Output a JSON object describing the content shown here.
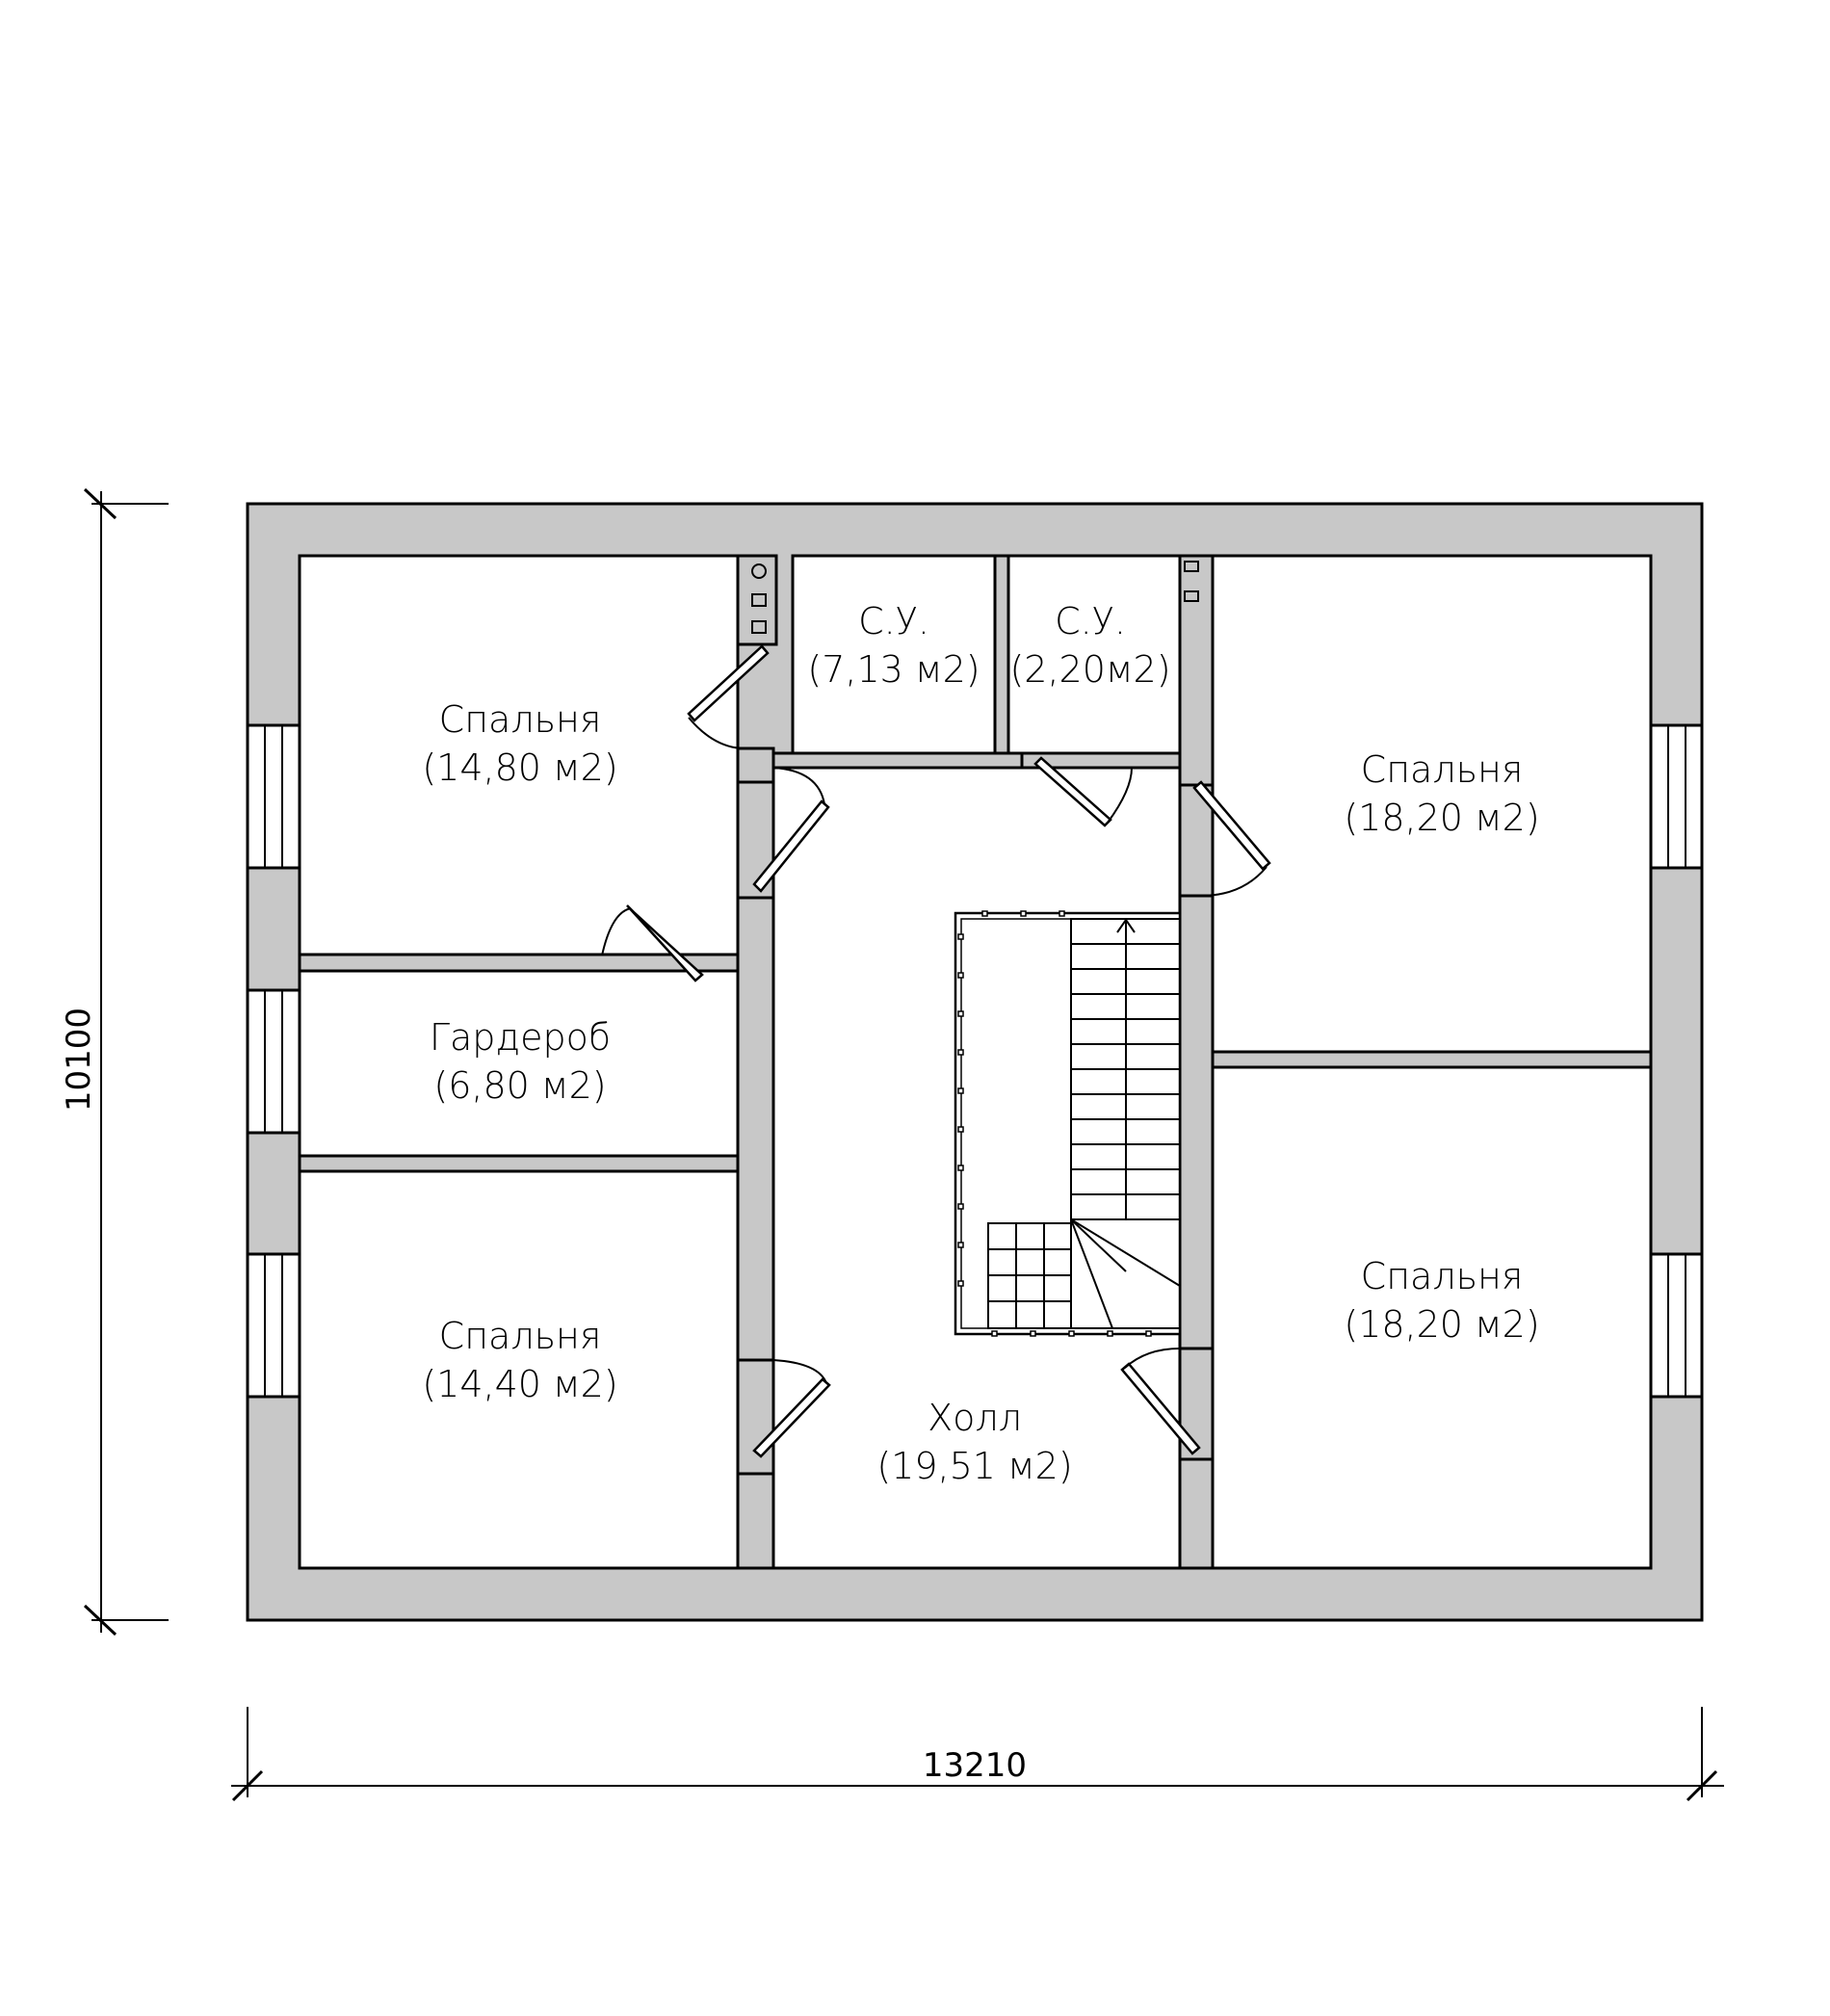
{
  "dimensions": {
    "width": "13210",
    "height": "10100"
  },
  "rooms": [
    {
      "id": "bedroom-nw",
      "name": "Спальня",
      "area": "(14,80 м2)"
    },
    {
      "id": "wc-1",
      "name": "С.У.",
      "area": "(7,13 м2)"
    },
    {
      "id": "wc-2",
      "name": "С.У.",
      "area": "(2,20м2)"
    },
    {
      "id": "bedroom-ne",
      "name": "Спальня",
      "area": "(18,20 м2)"
    },
    {
      "id": "wardrobe",
      "name": "Гардероб",
      "area": "(6,80 м2)"
    },
    {
      "id": "bedroom-sw",
      "name": "Спальня",
      "area": "(14,40 м2)"
    },
    {
      "id": "bedroom-se",
      "name": "Спальня",
      "area": "(18,20 м2)"
    },
    {
      "id": "hall",
      "name": "Холл",
      "area": "(19,51 м2)"
    }
  ]
}
